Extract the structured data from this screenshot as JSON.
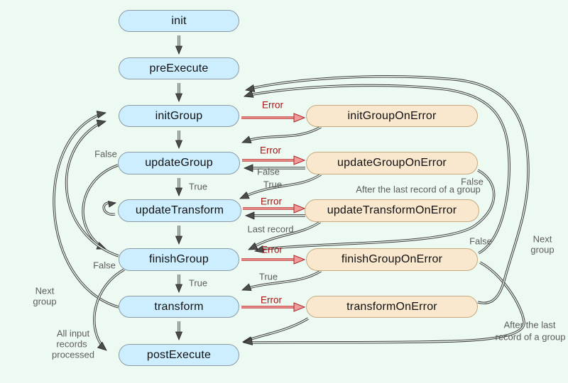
{
  "diagram": {
    "nodes_main": [
      {
        "label": "init"
      },
      {
        "label": "preExecute"
      },
      {
        "label": "initGroup"
      },
      {
        "label": "updateGroup"
      },
      {
        "label": "updateTransform"
      },
      {
        "label": "finishGroup"
      },
      {
        "label": "transform"
      },
      {
        "label": "postExecute"
      }
    ],
    "nodes_error": [
      {
        "label": "initGroupOnError"
      },
      {
        "label": "updateGroupOnError"
      },
      {
        "label": "updateTransformOnError"
      },
      {
        "label": "finishGroupOnError"
      },
      {
        "label": "transformOnError"
      }
    ],
    "labels": {
      "error": "Error",
      "true": "True",
      "false": "False",
      "last_record": "Last record",
      "after_last": "After the last record of a group",
      "after_last_lines": [
        "After the last",
        "record of a group"
      ],
      "next_group_lines": [
        "Next",
        "group"
      ],
      "all_input_lines": [
        "All input",
        "records",
        "processed"
      ]
    },
    "colors": {
      "background": "#edfaf1",
      "main_node_fill": "#cceeff",
      "main_node_border": "#8b9aa6",
      "error_node_fill": "#f9e7ce",
      "error_node_border": "#c7a87f",
      "edge_gray": "#3c3c3c",
      "edge_error_red": "#bf3434",
      "error_text": "#a81414",
      "condition_text": "#5c5c5c"
    }
  }
}
